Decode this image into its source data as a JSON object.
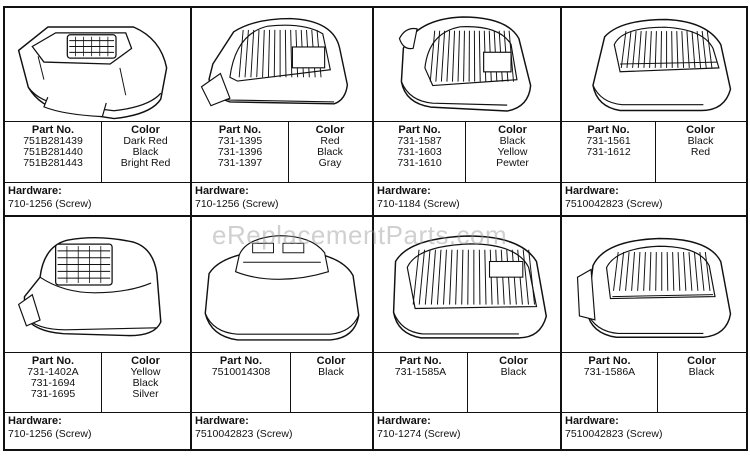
{
  "headers": {
    "part_no": "Part No.",
    "color": "Color",
    "hardware": "Hardware:"
  },
  "watermark": "eReplacementParts.com",
  "cells": [
    {
      "parts": [
        {
          "part": "751B281439",
          "color": "Dark Red"
        },
        {
          "part": "751B281440",
          "color": "Black"
        },
        {
          "part": "751B281443",
          "color": "Bright Red"
        }
      ],
      "hardware": "710-1256 (Screw)"
    },
    {
      "parts": [
        {
          "part": "731-1395",
          "color": "Red"
        },
        {
          "part": "731-1396",
          "color": "Black"
        },
        {
          "part": "731-1397",
          "color": "Gray"
        }
      ],
      "hardware": "710-1256 (Screw)"
    },
    {
      "parts": [
        {
          "part": "731-1587",
          "color": "Black"
        },
        {
          "part": "731-1603",
          "color": "Yellow"
        },
        {
          "part": "731-1610",
          "color": "Pewter"
        }
      ],
      "hardware": "710-1184 (Screw)"
    },
    {
      "parts": [
        {
          "part": "731-1561",
          "color": "Black"
        },
        {
          "part": "731-1612",
          "color": "Red"
        }
      ],
      "hardware": "7510042823 (Screw)"
    },
    {
      "parts": [
        {
          "part": "731-1402A",
          "color": "Yellow"
        },
        {
          "part": "731-1694",
          "color": "Black"
        },
        {
          "part": "731-1695",
          "color": "Silver"
        }
      ],
      "hardware": "710-1256 (Screw)"
    },
    {
      "parts": [
        {
          "part": "7510014308",
          "color": "Black"
        }
      ],
      "hardware": "7510042823 (Screw)"
    },
    {
      "parts": [
        {
          "part": "731-1585A",
          "color": "Black"
        }
      ],
      "hardware": "710-1274 (Screw)"
    },
    {
      "parts": [
        {
          "part": "731-1586A",
          "color": "Black"
        }
      ],
      "hardware": "7510042823 (Screw)"
    }
  ]
}
